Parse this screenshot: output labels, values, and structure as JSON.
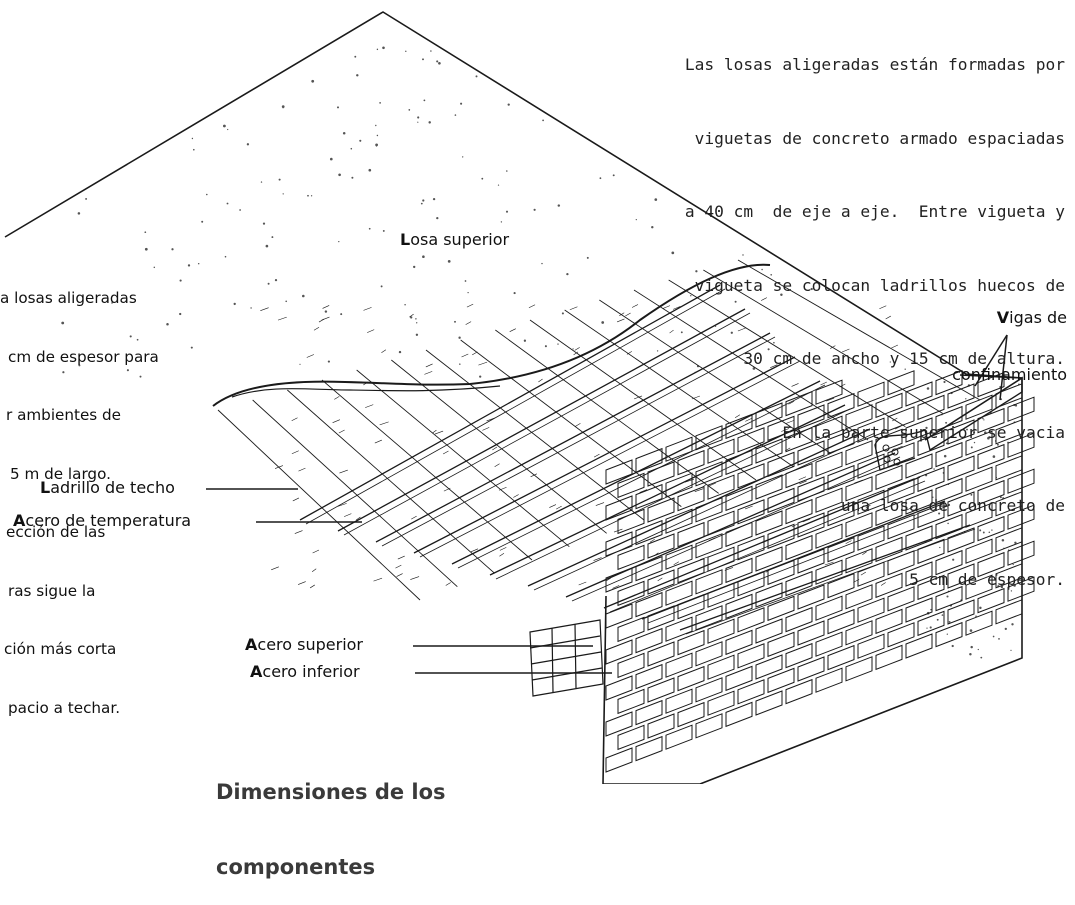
{
  "description_text": {
    "lines": [
      "Las losas aligeradas están formadas por",
      "viguetas de concreto armado espaciadas",
      "a 40 cm  de eje a eje.  Entre vigueta y",
      "vigueta se colocan ladrillos huecos de",
      "30 cm de ancho y 15 cm de altura.",
      "En la parte superior se vacia",
      "una losa de concreto de",
      "5 cm de espesor."
    ]
  },
  "side_note": {
    "lines": [
      "a losas aligeradas",
      "cm de espesor para",
      "r ambientes de",
      "5 m de largo.",
      "ección de las",
      "ras sigue la",
      "ción más corta",
      "pacio a techar."
    ]
  },
  "labels": {
    "losa_superior": {
      "initial": "L",
      "rest": "osa superior"
    },
    "vigas_confinamiento": {
      "initial": "V",
      "rest": "igas de",
      "line2": "confinamiento"
    },
    "ladrillo_techo": {
      "initial": "L",
      "rest": "adrillo de techo"
    },
    "acero_temperatura": {
      "initial": "A",
      "rest": "cero de temperatura"
    },
    "acero_superior": {
      "initial": "A",
      "rest": "cero superior"
    },
    "acero_inferior": {
      "initial": "A",
      "rest": "cero inferior"
    }
  },
  "section_heading": {
    "line1": "Dimensiones de los",
    "line2": "componentes"
  },
  "colors": {
    "ink": "#1a1a1a",
    "slab": "#ffffff",
    "concrete_dots": "#555555",
    "heading": "#3a3a3a"
  }
}
